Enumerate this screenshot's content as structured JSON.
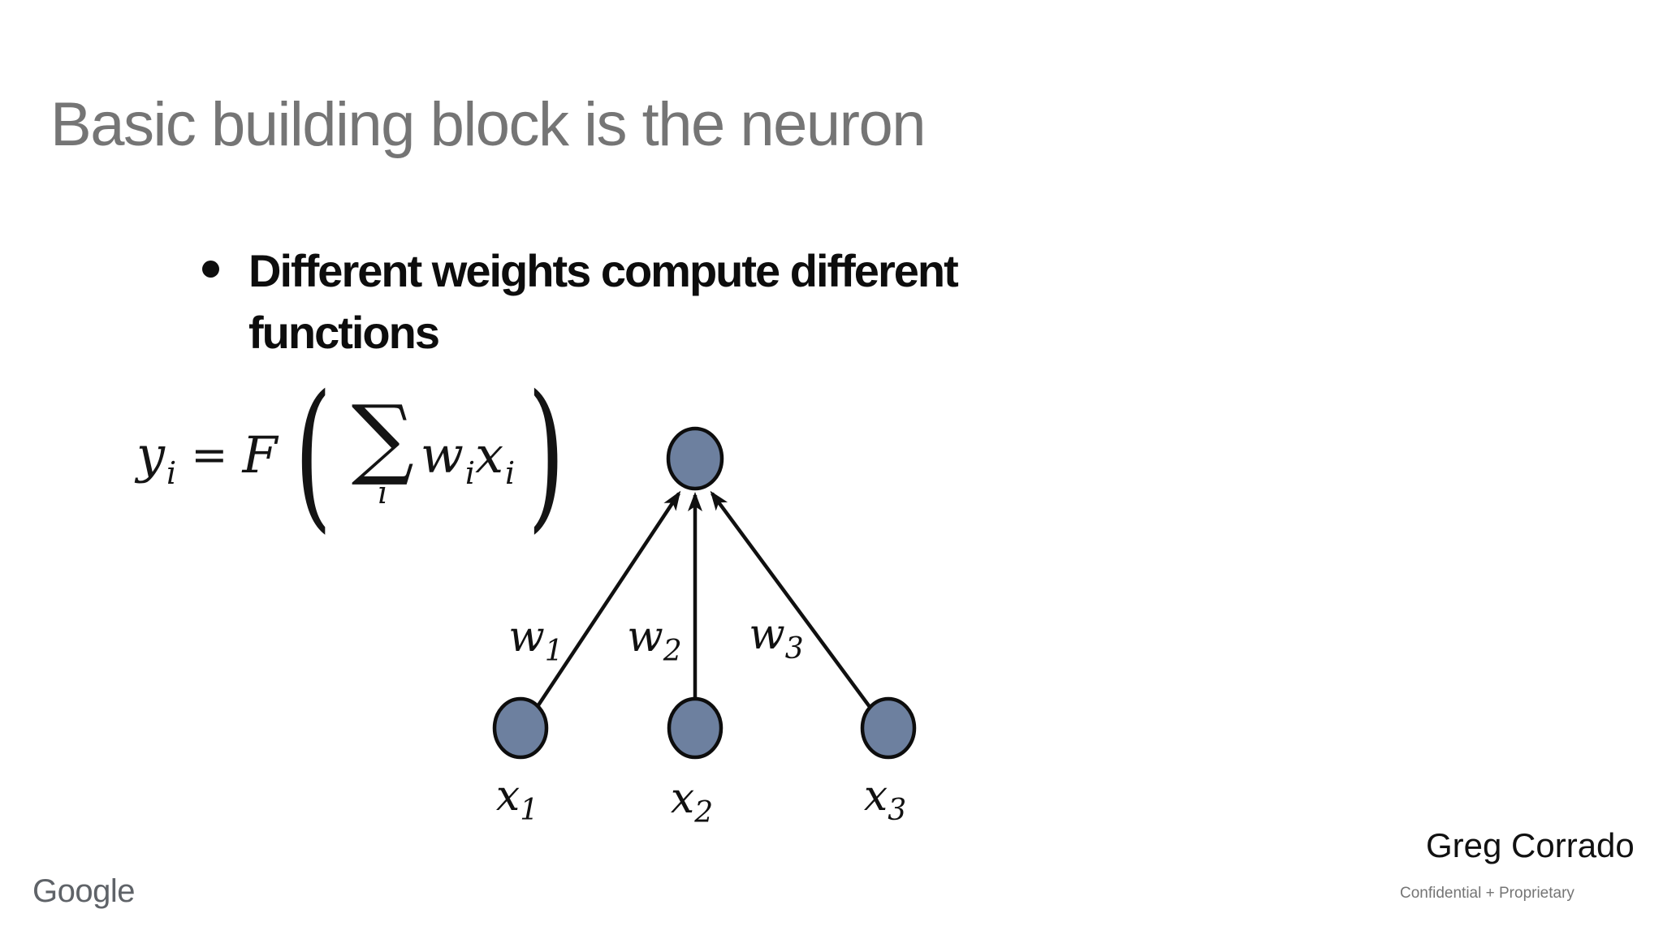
{
  "slide": {
    "title": "Basic building block is the neuron",
    "bullet": {
      "lines": [
        "Different weights compute different",
        "functions"
      ]
    },
    "formula": {
      "lhs_base": "y",
      "lhs_sub": "i",
      "equals": "=",
      "function": "F",
      "open_paren": "(",
      "sum": "∑",
      "sum_sub": "i",
      "w_base": "w",
      "w_sub": "i",
      "x_base": "x",
      "x_sub": "i",
      "close_paren": ")"
    },
    "diagram": {
      "node_fill": "#6d809f",
      "node_stroke": "#0d0d0d",
      "weights": [
        {
          "base": "w",
          "sub": "1"
        },
        {
          "base": "w",
          "sub": "2"
        },
        {
          "base": "w",
          "sub": "3"
        }
      ],
      "inputs": [
        {
          "base": "x",
          "sub": "1"
        },
        {
          "base": "x",
          "sub": "2"
        },
        {
          "base": "x",
          "sub": "3"
        }
      ]
    }
  },
  "footer": {
    "logo_text": "Google",
    "author": "Greg Corrado",
    "confidential": "Confidential + Proprietary"
  },
  "colors": {
    "title_gray": "#757575",
    "text_black": "#0d0d0d",
    "node_fill": "#6d809f",
    "logo_gray": "#5f6368",
    "confidential_gray": "#757575"
  }
}
